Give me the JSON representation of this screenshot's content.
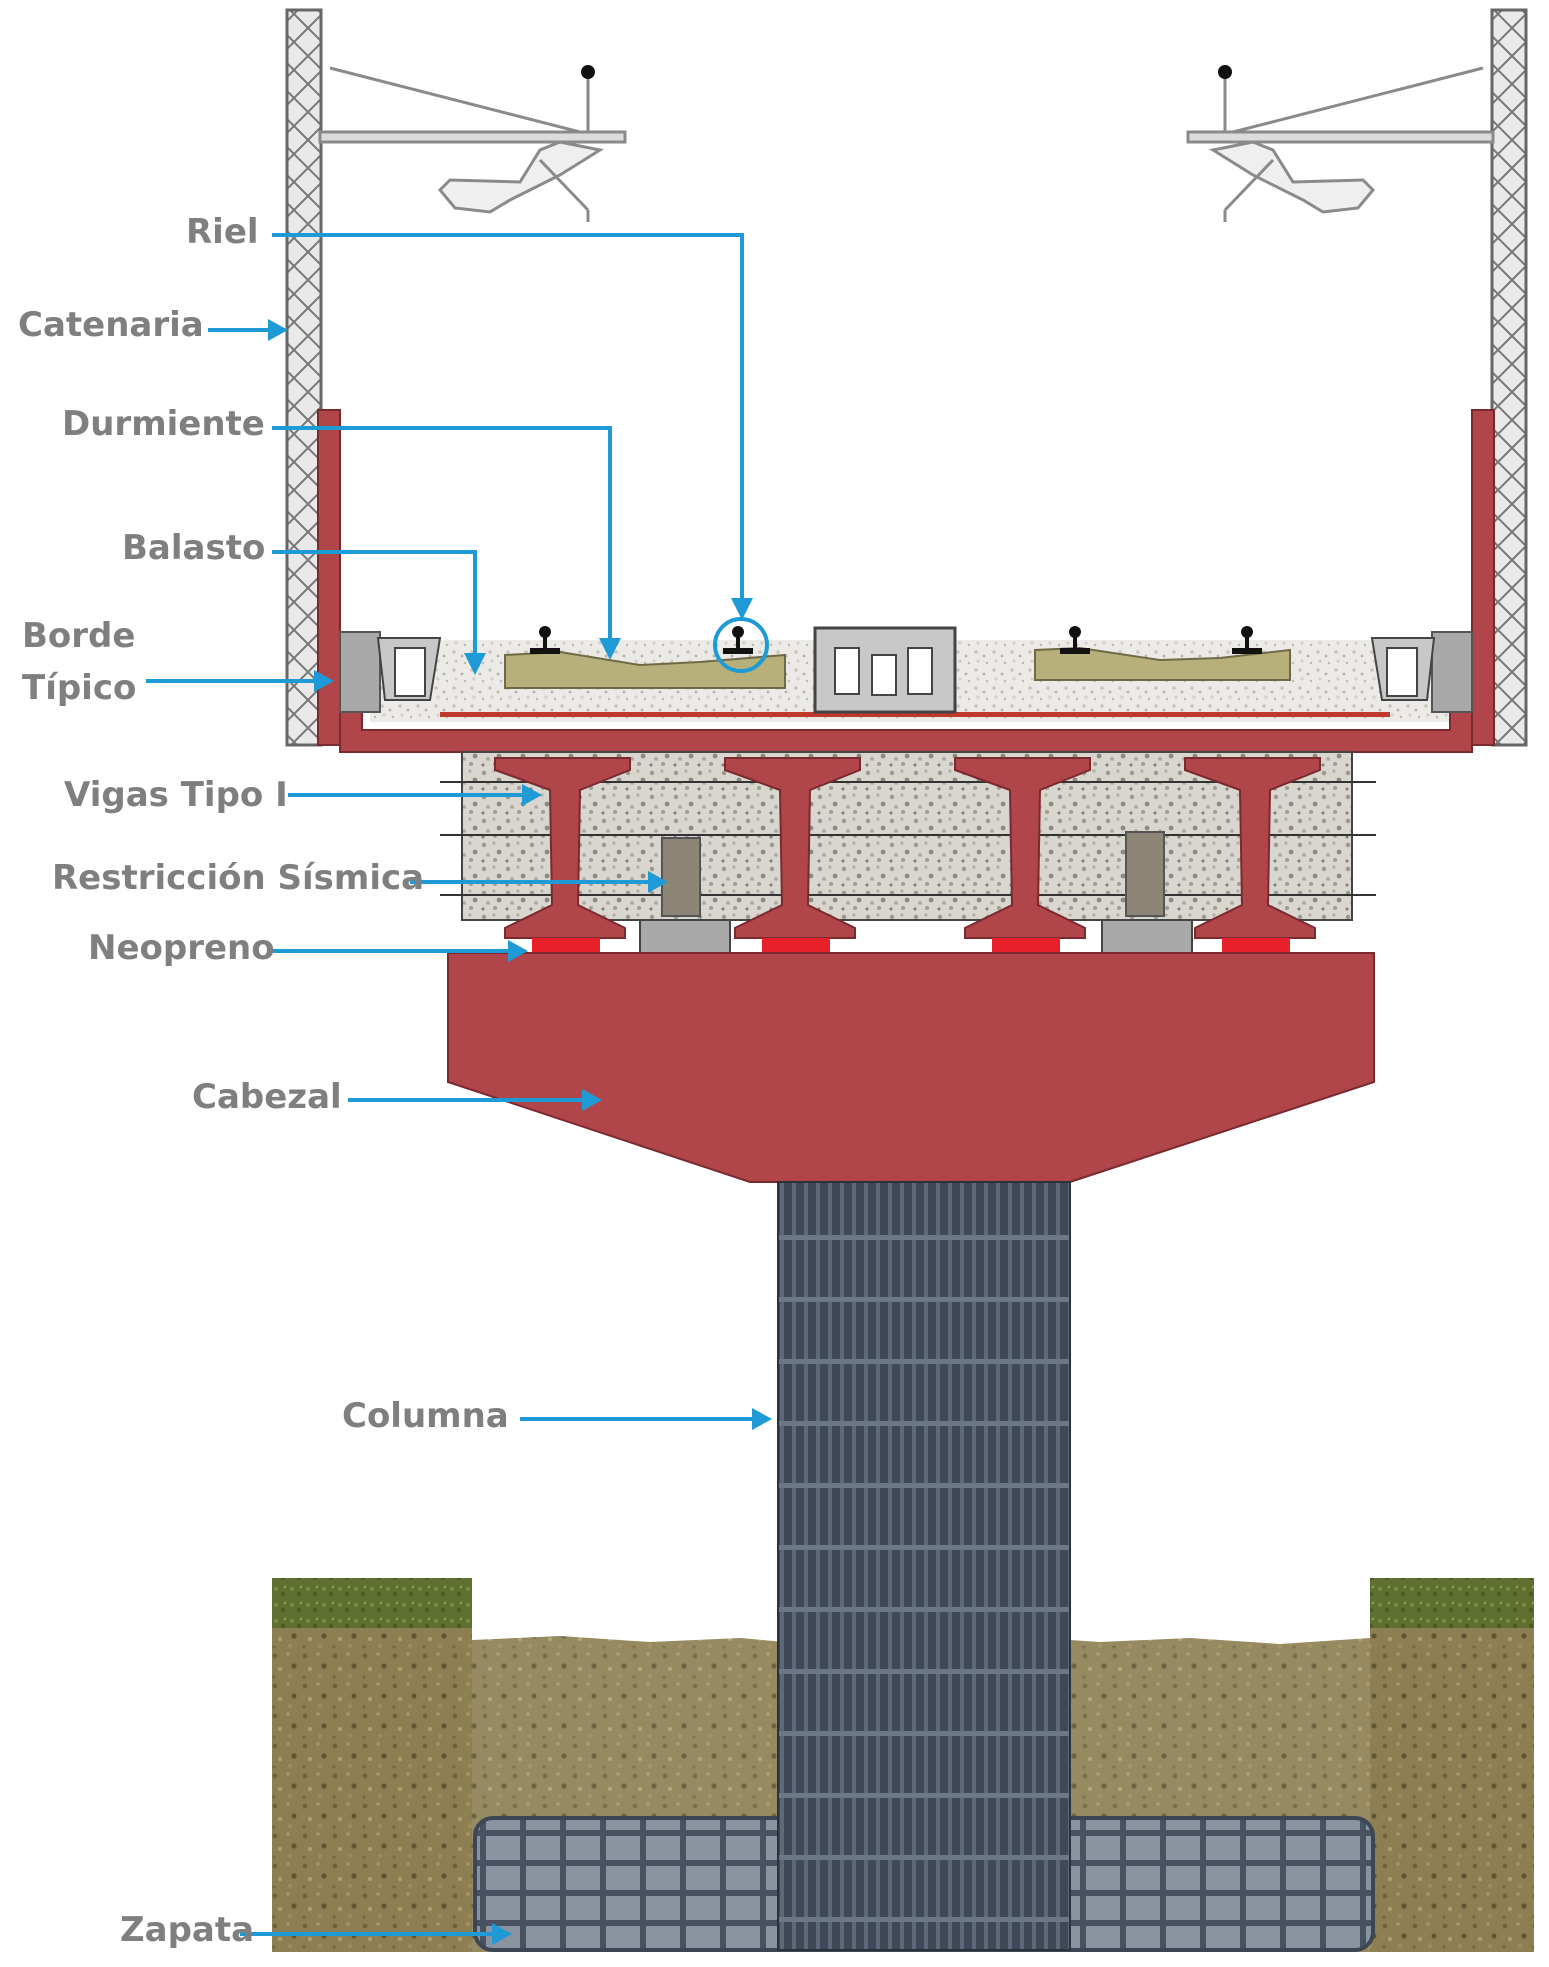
{
  "labels": {
    "riel": "Riel",
    "catenaria": "Catenaria",
    "durmiente": "Durmiente",
    "balasto": "Balasto",
    "borde_line1": "Borde",
    "borde_line2": "Típico",
    "vigas": "Vigas Tipo I",
    "restriccion": "Restricción Sísmica",
    "neopreno": "Neopreno",
    "cabezal": "Cabezal",
    "columna": "Columna",
    "zapata": "Zapata"
  },
  "colors": {
    "arrow": "#1e9ad6",
    "concrete_red": "#b0454a",
    "rail_red": "#c0392b",
    "neoprene": "#e8202a",
    "column_dark": "#3c4654",
    "label_gray": "#7f7f7f",
    "sleeper": "#b8b07a",
    "soil": "#8b7c4e",
    "grass": "#6b7a3a"
  },
  "icons": {
    "catenary_pole": "lattice-mast-icon",
    "rail": "rail-profile-icon",
    "arrow": "arrow-right-icon"
  }
}
